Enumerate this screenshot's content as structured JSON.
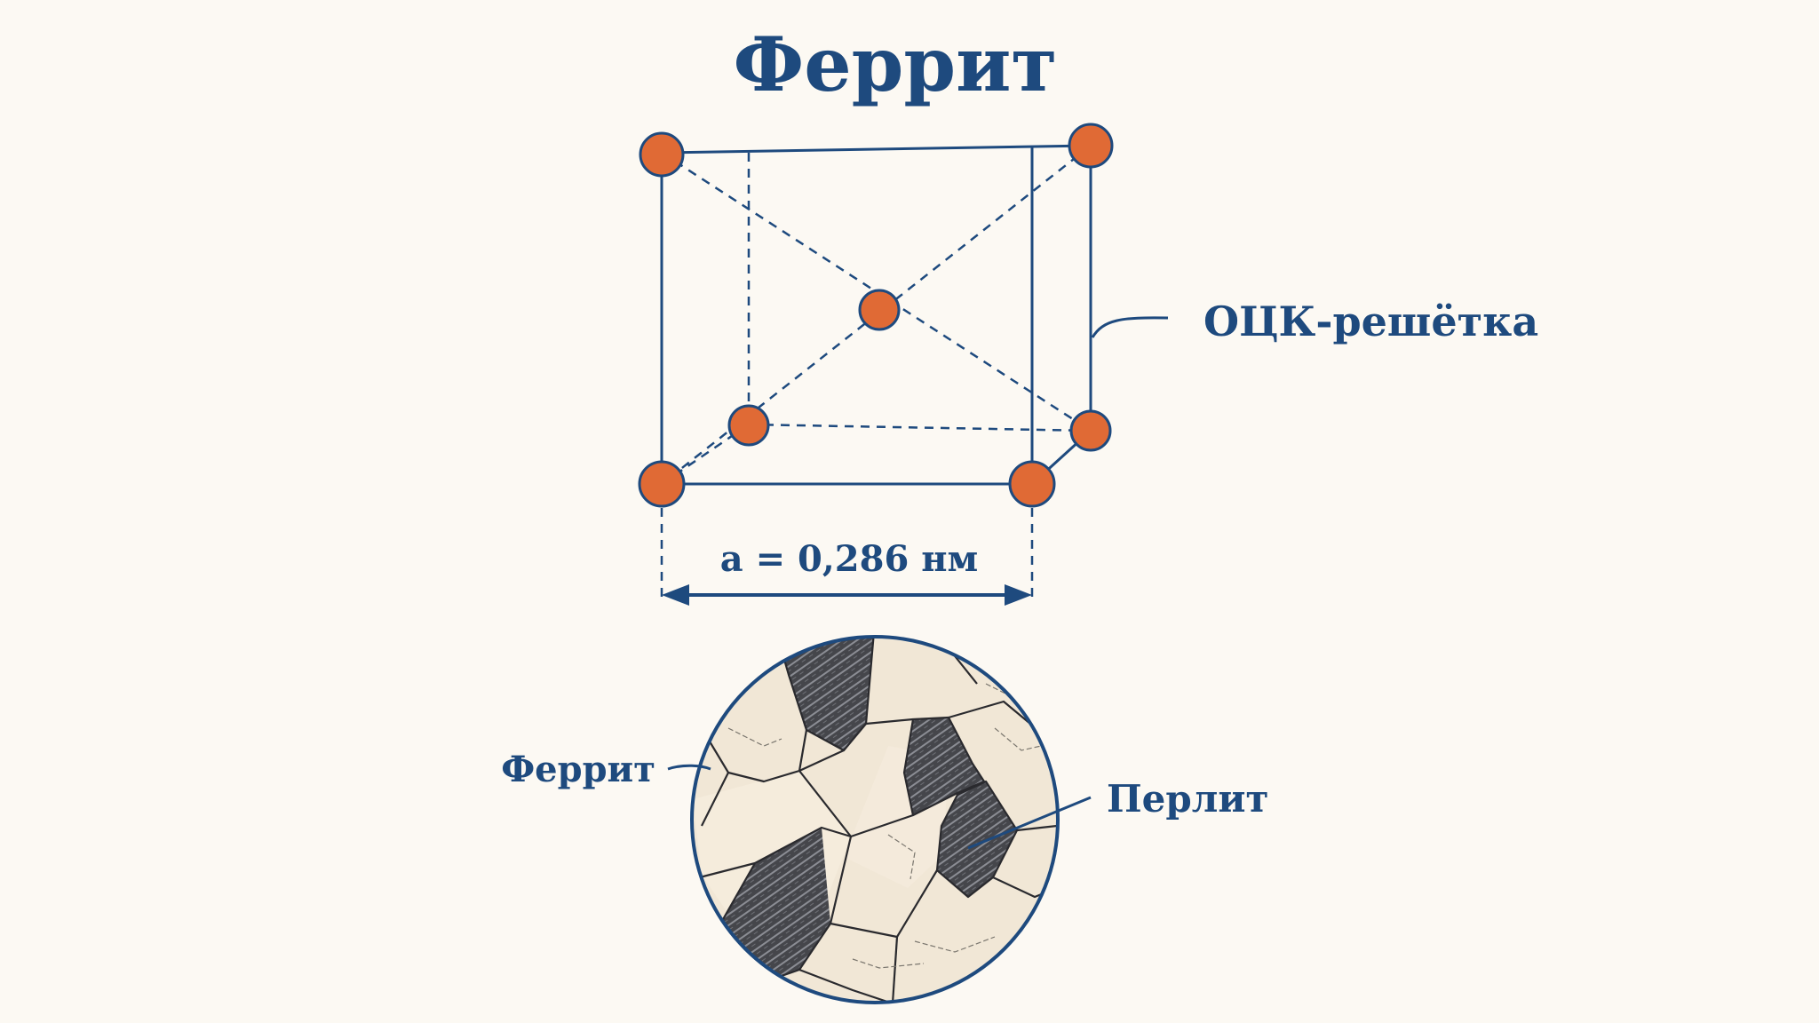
{
  "title": "Феррит",
  "lattice": {
    "label": "ОЦК-решётка",
    "dimension": "a = 0,286 нм"
  },
  "micrograph": {
    "ferrite_label": "Феррит",
    "pearlite_label": "Перлит"
  },
  "colors": {
    "ink": "#1e4a7e",
    "atom": "#e06a35",
    "background": "#fcf9f3",
    "ferrite_grain": "#f1e7d6",
    "pearlite_grain": "#4a4a4e"
  }
}
